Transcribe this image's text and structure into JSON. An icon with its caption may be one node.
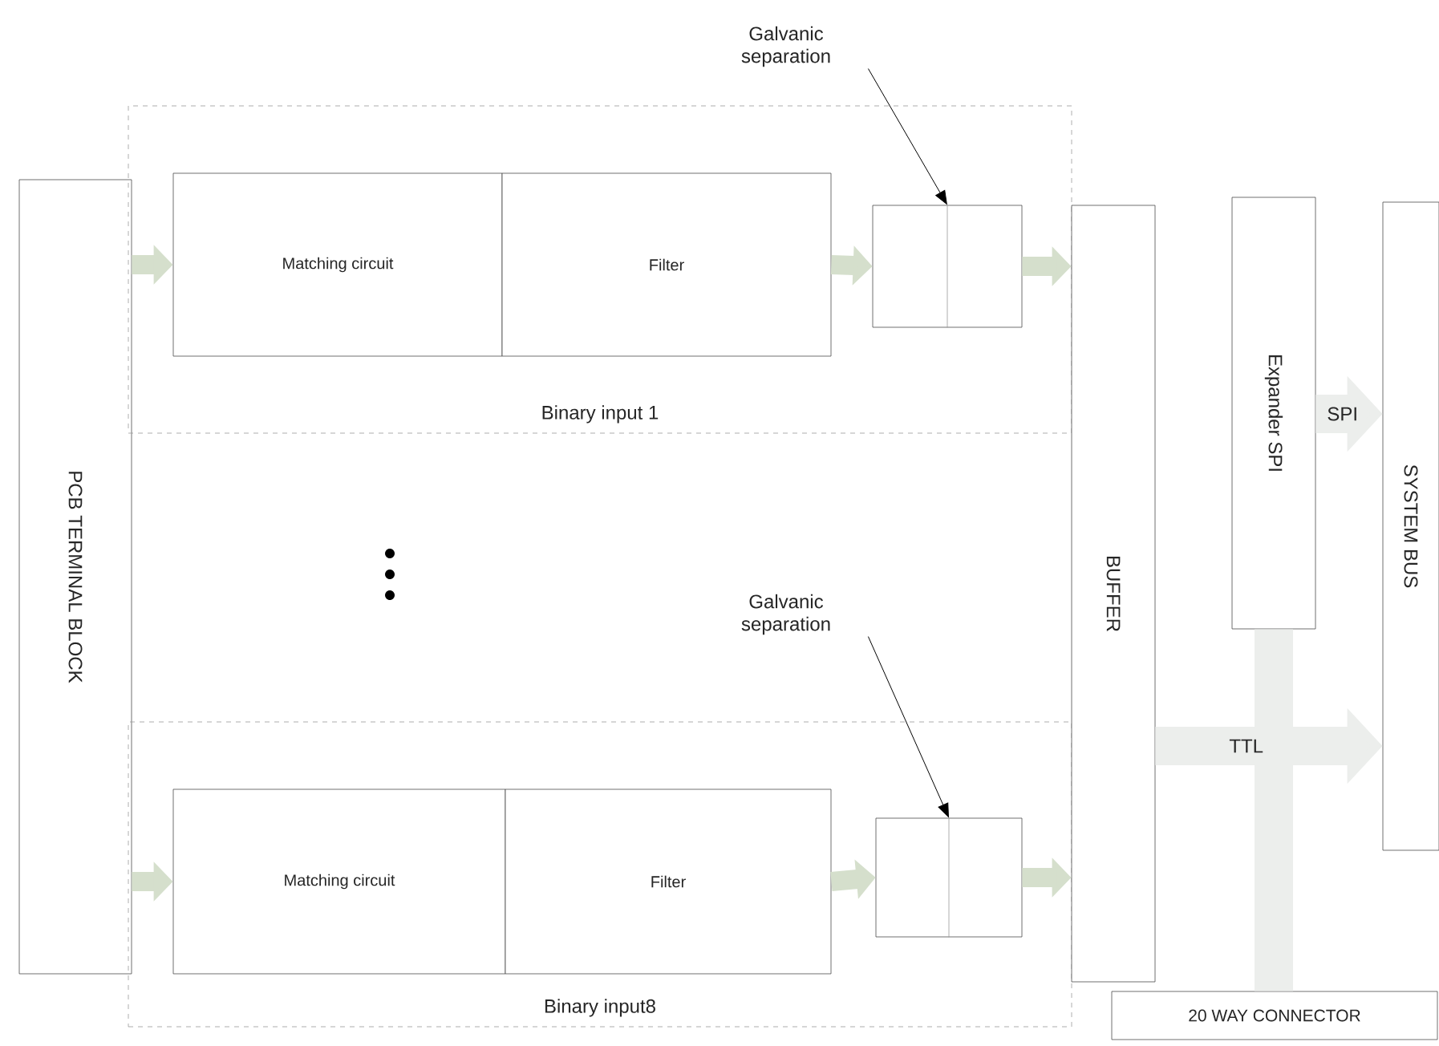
{
  "diagram": {
    "nodes": [
      {
        "text": [
          "PCB TERMINAL BLOCK"
        ]
      },
      {
        "text": [
          "Binary input 1"
        ]
      },
      {
        "text": [
          "Matching circuit"
        ],
        "in": 1
      },
      {
        "text": [
          "Filter"
        ],
        "in": 1
      },
      {
        "text": [],
        "shape": "box",
        "in": 1
      },
      {
        "text": [
          "Galvanic separation"
        ]
      },
      {
        "text": [
          "Binary input8"
        ]
      },
      {
        "text": [
          "Matching circuit"
        ],
        "in": 6
      },
      {
        "text": [
          "Filter"
        ],
        "in": 6
      },
      {
        "text": [],
        "shape": "box",
        "in": 6
      },
      {
        "text": [
          "Galvanic separation"
        ]
      },
      {
        "text": [
          "BUFFER"
        ]
      },
      {
        "text": [
          "Expander SPI"
        ]
      },
      {
        "text": [
          "SYSTEM BUS"
        ]
      },
      {
        "text": [
          "20 WAY CONNECTOR"
        ]
      }
    ],
    "edges": [
      {
        "from": 0,
        "to": 2,
        "arrow": "to"
      },
      {
        "from": 3,
        "to": 4,
        "arrow": "to"
      },
      {
        "from": 4,
        "to": 11,
        "arrow": "to"
      },
      {
        "from": 5,
        "to": 4,
        "arrow": "to",
        "color": "#000000"
      },
      {
        "from": 0,
        "to": 7,
        "arrow": "to"
      },
      {
        "from": 8,
        "to": 9,
        "arrow": "to"
      },
      {
        "from": 9,
        "to": 11,
        "arrow": "to"
      },
      {
        "from": 10,
        "to": 9,
        "arrow": "to",
        "color": "#000000"
      },
      {
        "from": 12,
        "to": 13,
        "arrow": "to",
        "style": "thick",
        "color": "#eceeec",
        "label": "SPI"
      },
      {
        "from": 11,
        "to": 13,
        "arrow": "to",
        "style": "thick",
        "color": "#eceeec",
        "label": "TTL"
      },
      {
        "from": 12,
        "to": 14,
        "arrow": "none",
        "style": "thick",
        "color": "#eceeec"
      }
    ]
  }
}
